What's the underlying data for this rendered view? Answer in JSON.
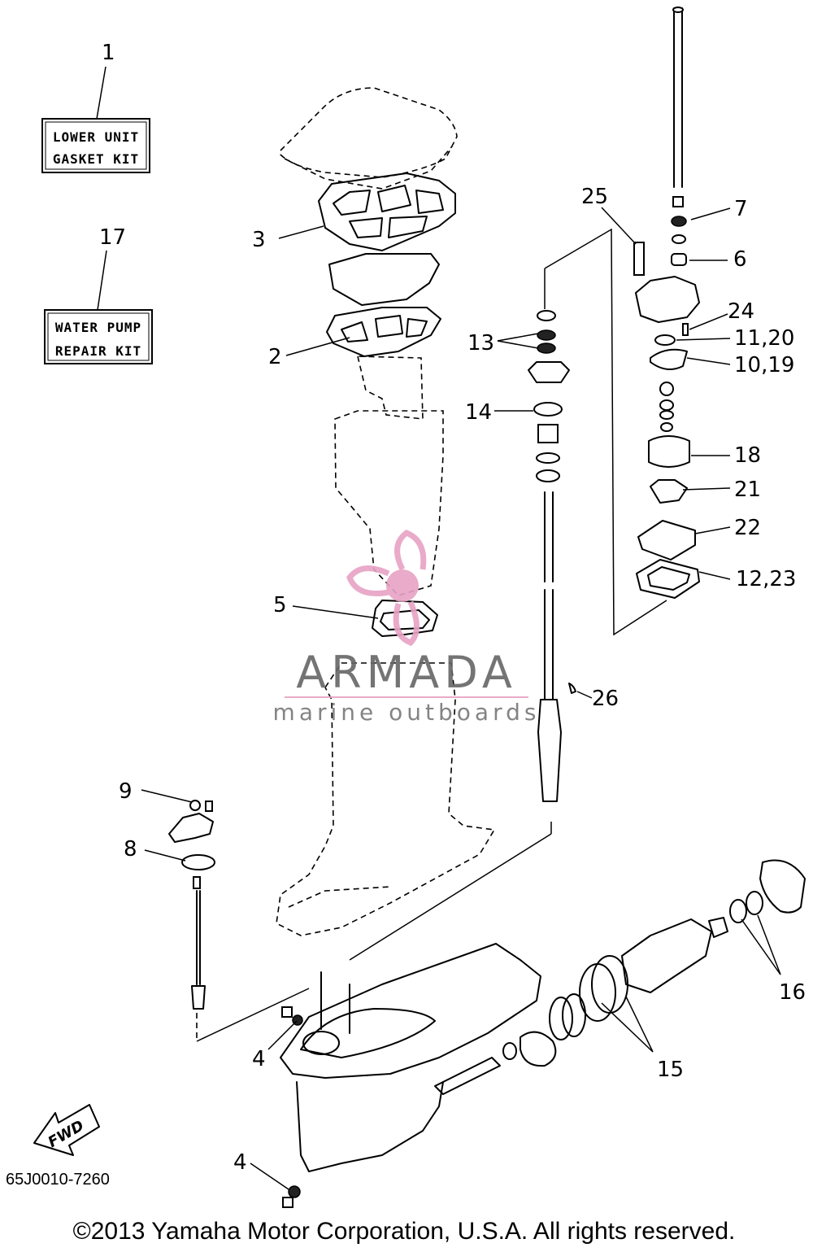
{
  "kits": {
    "lower_unit": {
      "number": "1",
      "line1": "LOWER UNIT",
      "line2": "GASKET KIT"
    },
    "water_pump": {
      "number": "17",
      "line1": "WATER PUMP",
      "line2": "REPAIR KIT"
    }
  },
  "callouts": {
    "c2": "2",
    "c3": "3",
    "c4a": "4",
    "c4b": "4",
    "c5": "5",
    "c6": "6",
    "c7": "7",
    "c8": "8",
    "c9": "9",
    "c10_19": "10,19",
    "c11_20": "11,20",
    "c12_23": "12,23",
    "c13": "13",
    "c14": "14",
    "c15": "15",
    "c16": "16",
    "c18": "18",
    "c21": "21",
    "c22": "22",
    "c24": "24",
    "c25": "25",
    "c26": "26"
  },
  "fwd_label": "FWD",
  "diagram_code": "65J0010-7260",
  "copyright": "©2013 Yamaha Motor Corporation, U.S.A. All rights reserved.",
  "watermark": {
    "title": "ARMADA",
    "subtitle": "marine outboards",
    "color": "#e7a3c4"
  }
}
